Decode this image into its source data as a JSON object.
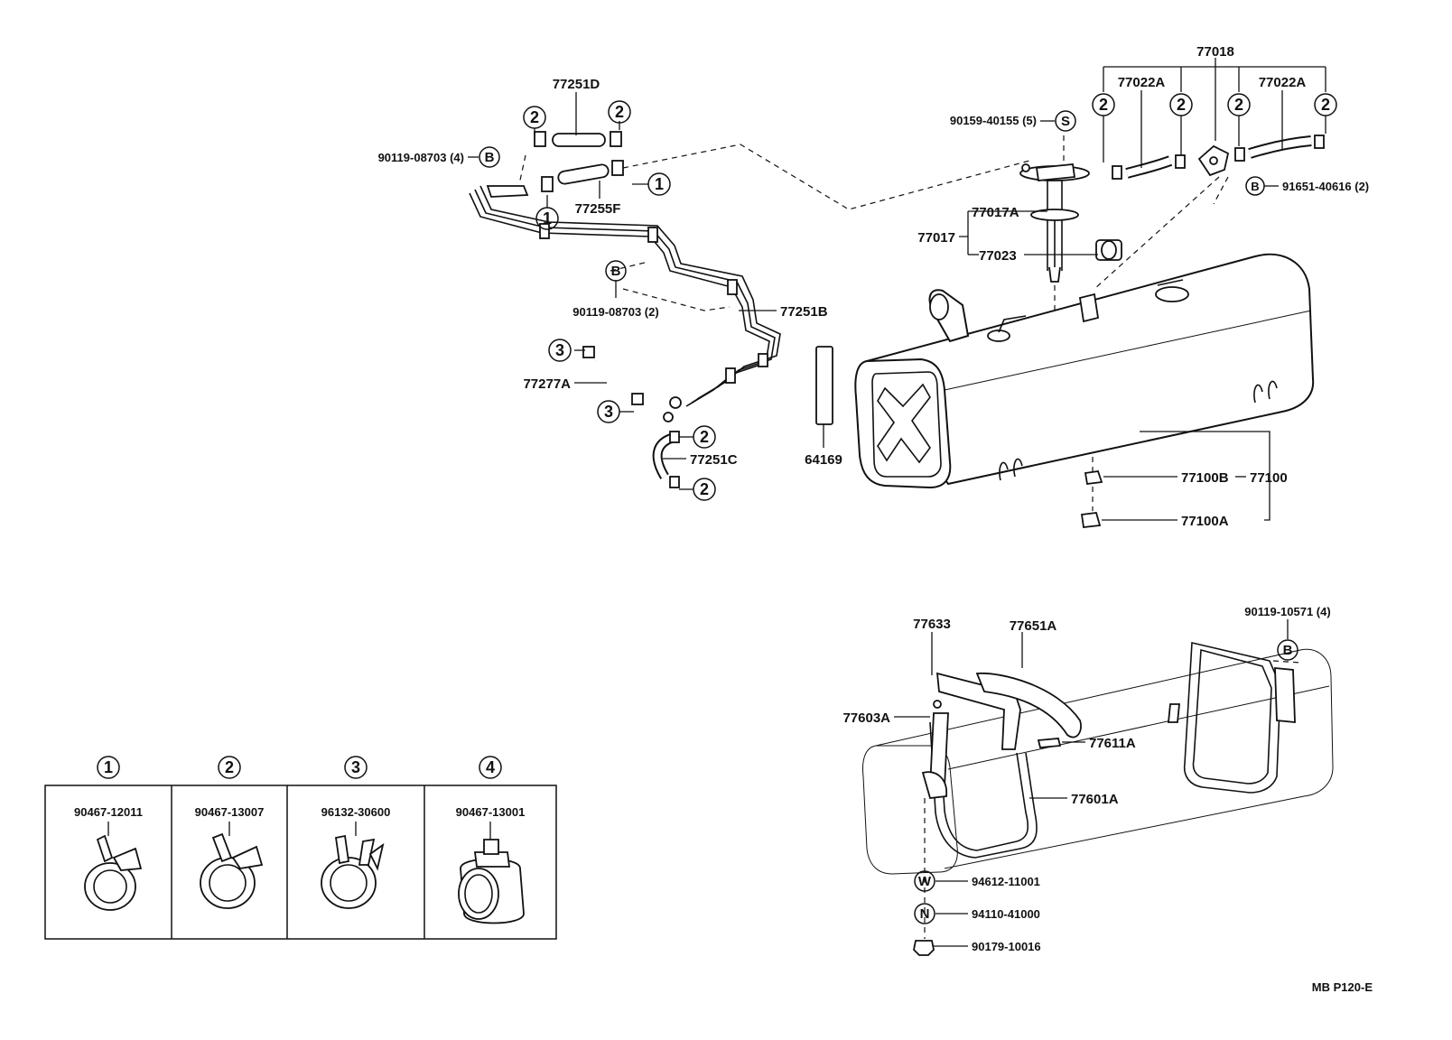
{
  "labels": {
    "p77018": "77018",
    "p77022A_left": "77022A",
    "p77022A_right": "77022A",
    "p90159": "90159-40155 (5)",
    "p91651": "91651-40616 (2)",
    "p77251D": "77251D",
    "p90119_08703_4": "90119-08703 (4)",
    "p77255F": "77255F",
    "p90119_08703_2": "90119-08703 (2)",
    "p77251B": "77251B",
    "p77277A": "77277A",
    "p77251C": "77251C",
    "p64169": "64169",
    "p77017A": "77017A",
    "p77017": "77017",
    "p77023": "77023",
    "p77100B": "77100B",
    "p77100": "77100",
    "p77100A": "77100A",
    "p77633": "77633",
    "p77651A": "77651A",
    "p90119_10571": "90119-10571 (4)",
    "p77603A": "77603A",
    "p77611A": "77611A",
    "p77601A": "77601A",
    "p94612": "94612-11001",
    "p94110": "94110-41000",
    "p90179": "90179-10016",
    "page_code": "MB  P120-E"
  },
  "circle_symbols": {
    "one": "1",
    "two": "2",
    "three": "3",
    "four": "4",
    "B": "B",
    "S": "S",
    "W": "W",
    "N": "N"
  },
  "legend": [
    {
      "key": "1",
      "part": "90467-12011"
    },
    {
      "key": "2",
      "part": "90467-13007"
    },
    {
      "key": "3",
      "part": "96132-30600"
    },
    {
      "key": "4",
      "part": "90467-13001"
    }
  ]
}
